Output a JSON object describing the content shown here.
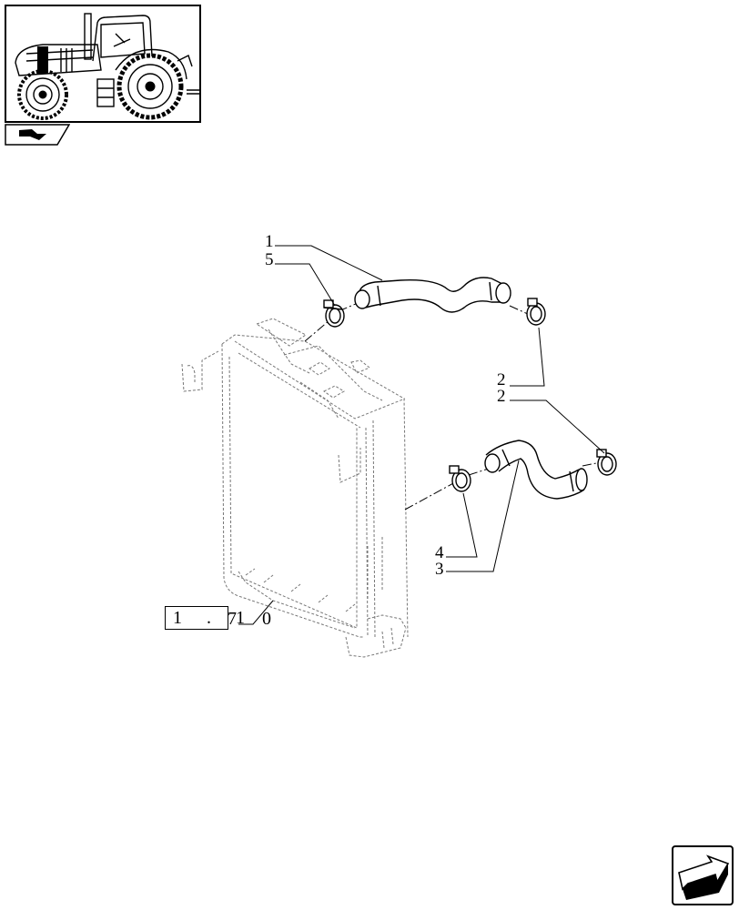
{
  "callouts": {
    "c1": "1",
    "c5": "5",
    "c2a": "2",
    "c2b": "2",
    "c4": "4",
    "c3": "3"
  },
  "reference": {
    "code": "1 . 1",
    "digit": "7",
    "suffix": "0"
  },
  "icons": {
    "thumbnail": "tractor-thumbnail",
    "section_tab": "section-tab-icon",
    "nav": "next-page-arrow-icon"
  }
}
